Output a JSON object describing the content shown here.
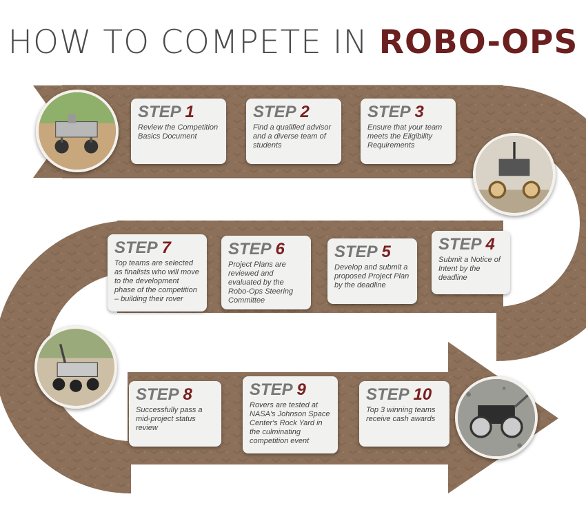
{
  "title": {
    "main": "HOW TO COMPETE IN ",
    "brand": "ROBO-OPS"
  },
  "steps": [
    {
      "label": "STEP",
      "num": "1",
      "desc": "Review the Competition Basics Document"
    },
    {
      "label": "STEP",
      "num": "2",
      "desc": "Find a qualified advisor and a diverse team of students"
    },
    {
      "label": "STEP",
      "num": "3",
      "desc": "Ensure that your team meets the Eligibility Requirements"
    },
    {
      "label": "STEP",
      "num": "4",
      "desc": "Submit a Notice of Intent by the deadline"
    },
    {
      "label": "STEP",
      "num": "5",
      "desc": "Develop and submit a proposed Project Plan by the deadline"
    },
    {
      "label": "STEP",
      "num": "6",
      "desc": "Project Plans are reviewed and evaluated by the Robo-Ops Steering Committee"
    },
    {
      "label": "STEP",
      "num": "7",
      "desc": "Top teams are selected as finalists who will move to the development phase of the competition – building their rover"
    },
    {
      "label": "STEP",
      "num": "8",
      "desc": "Successfully pass a mid-project status review"
    },
    {
      "label": "STEP",
      "num": "9",
      "desc": "Rovers are tested at NASA's Johnson Space Center's Rock Yard in the culminating competition event"
    },
    {
      "label": "STEP",
      "num": "10",
      "desc": "Top 3 winning teams receive cash awards"
    }
  ],
  "colors": {
    "path": "#8c7059",
    "path_edge": "#6e5442",
    "accent": "#7a1f1f",
    "card": "#f1f1f0"
  },
  "icons": [
    "rover-photo-1",
    "rover-photo-2",
    "rover-photo-3",
    "rover-photo-4"
  ]
}
